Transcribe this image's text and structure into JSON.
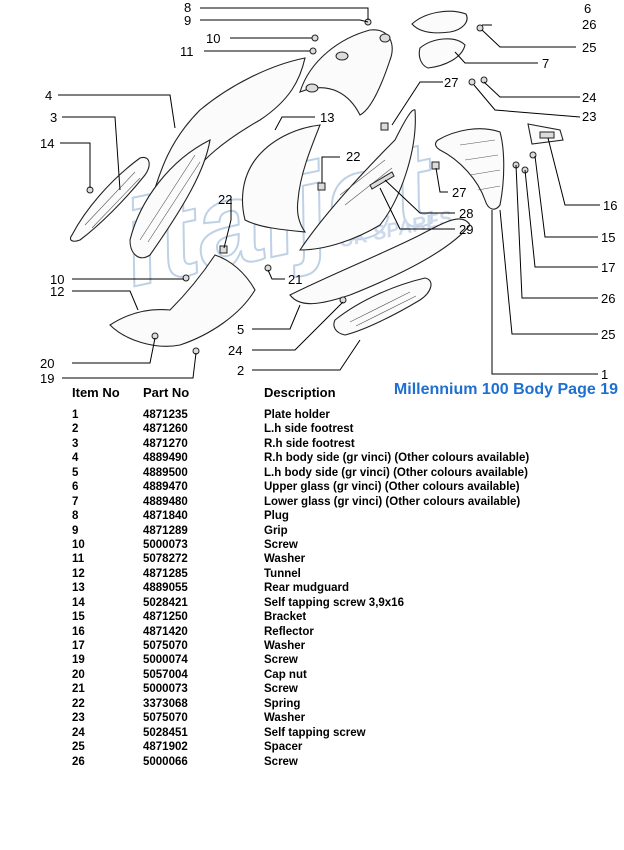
{
  "page_title": "Millennium 100 Body Page 19",
  "watermark": {
    "main": "italjet",
    "sub": "UK SPARES"
  },
  "table": {
    "headers": {
      "item": "Item No",
      "part": "Part No",
      "description": "Description"
    },
    "rows": [
      {
        "item": "1",
        "part": "4871235",
        "description": "Plate holder"
      },
      {
        "item": "2",
        "part": "4871260",
        "description": "L.h side footrest"
      },
      {
        "item": "3",
        "part": "4871270",
        "description": "R.h side footrest"
      },
      {
        "item": "4",
        "part": "4889490",
        "description": "R.h body side (gr vinci) (Other colours available)"
      },
      {
        "item": "5",
        "part": "4889500",
        "description": "L.h body side (gr vinci) (Other colours available)"
      },
      {
        "item": "6",
        "part": "4889470",
        "description": "Upper glass (gr vinci) (Other colours available)"
      },
      {
        "item": "7",
        "part": "4889480",
        "description": "Lower glass (gr vinci) (Other colours available)"
      },
      {
        "item": "8",
        "part": "4871840",
        "description": "Plug"
      },
      {
        "item": "9",
        "part": "4871289",
        "description": "Grip"
      },
      {
        "item": "10",
        "part": "5000073",
        "description": "Screw"
      },
      {
        "item": "11",
        "part": "5078272",
        "description": "Washer"
      },
      {
        "item": "12",
        "part": "4871285",
        "description": "Tunnel"
      },
      {
        "item": "13",
        "part": "4889055",
        "description": "Rear mudguard"
      },
      {
        "item": "14",
        "part": "5028421",
        "description": "Self tapping screw 3,9x16"
      },
      {
        "item": "15",
        "part": "4871250",
        "description": "Bracket"
      },
      {
        "item": "16",
        "part": "4871420",
        "description": "Reflector"
      },
      {
        "item": "17",
        "part": "5075070",
        "description": "Washer"
      },
      {
        "item": "19",
        "part": "5000074",
        "description": "Screw"
      },
      {
        "item": "20",
        "part": "5057004",
        "description": "Cap nut"
      },
      {
        "item": "21",
        "part": "5000073",
        "description": "Screw"
      },
      {
        "item": "22",
        "part": "3373068",
        "description": "Spring"
      },
      {
        "item": "23",
        "part": "5075070",
        "description": "Washer"
      },
      {
        "item": "24",
        "part": "5028451",
        "description": "Self tapping screw"
      },
      {
        "item": "25",
        "part": "4871902",
        "description": "Spacer"
      },
      {
        "item": "26",
        "part": "5000066",
        "description": "Screw"
      }
    ]
  },
  "callouts": {
    "c8": "8",
    "c9": "9",
    "c10a": "10",
    "c11": "11",
    "c6": "6",
    "c26a": "26",
    "c25a": "25",
    "c7": "7",
    "c24a": "24",
    "c23": "23",
    "c4": "4",
    "c3": "3",
    "c14": "14",
    "c13": "13",
    "c27a": "27",
    "c22a": "22",
    "c22b": "22",
    "c27b": "27",
    "c28": "28",
    "c29": "29",
    "c16": "16",
    "c15": "15",
    "c17": "17",
    "c26b": "26",
    "c25b": "25",
    "c1": "1",
    "c21": "21",
    "c10b": "10",
    "c12": "12",
    "c5": "5",
    "c24b": "24",
    "c2": "2",
    "c20": "20",
    "c19": "19"
  },
  "colors": {
    "title": "#1f6fd1",
    "watermark": "#b9cde3"
  }
}
